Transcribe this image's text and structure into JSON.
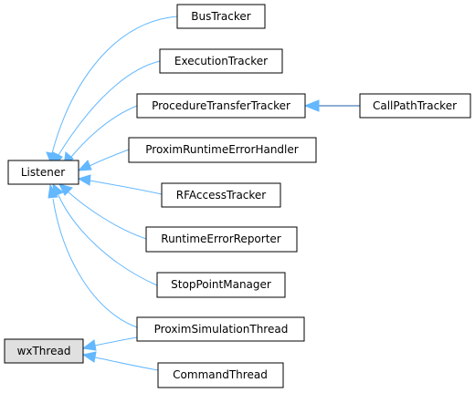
{
  "diagram": {
    "nodes": {
      "bus_tracker": "BusTracker",
      "execution_tracker": "ExecutionTracker",
      "procedure_transfer_tracker": "ProcedureTransferTracker",
      "call_path_tracker": "CallPathTracker",
      "listener": "Listener",
      "proxim_runtime_error_handler": "ProximRuntimeErrorHandler",
      "rf_access_tracker": "RFAccessTracker",
      "runtime_error_reporter": "RuntimeErrorReporter",
      "stop_point_manager": "StopPointManager",
      "proxim_simulation_thread": "ProximSimulationThread",
      "wx_thread": "wxThread",
      "command_thread": "CommandThread"
    },
    "edges": [
      {
        "from": "bus_tracker",
        "to": "listener"
      },
      {
        "from": "execution_tracker",
        "to": "listener"
      },
      {
        "from": "procedure_transfer_tracker",
        "to": "listener"
      },
      {
        "from": "proxim_runtime_error_handler",
        "to": "listener"
      },
      {
        "from": "rf_access_tracker",
        "to": "listener"
      },
      {
        "from": "runtime_error_reporter",
        "to": "listener"
      },
      {
        "from": "stop_point_manager",
        "to": "listener"
      },
      {
        "from": "proxim_simulation_thread",
        "to": "listener"
      },
      {
        "from": "call_path_tracker",
        "to": "procedure_transfer_tracker"
      },
      {
        "from": "proxim_simulation_thread",
        "to": "wx_thread"
      },
      {
        "from": "command_thread",
        "to": "wx_thread"
      }
    ],
    "colors": {
      "edge": "#63b8ff",
      "edge_dark": "#1e5fa8",
      "node_fill": "#ffffff",
      "highlight_fill": "#e0e0e0"
    }
  }
}
